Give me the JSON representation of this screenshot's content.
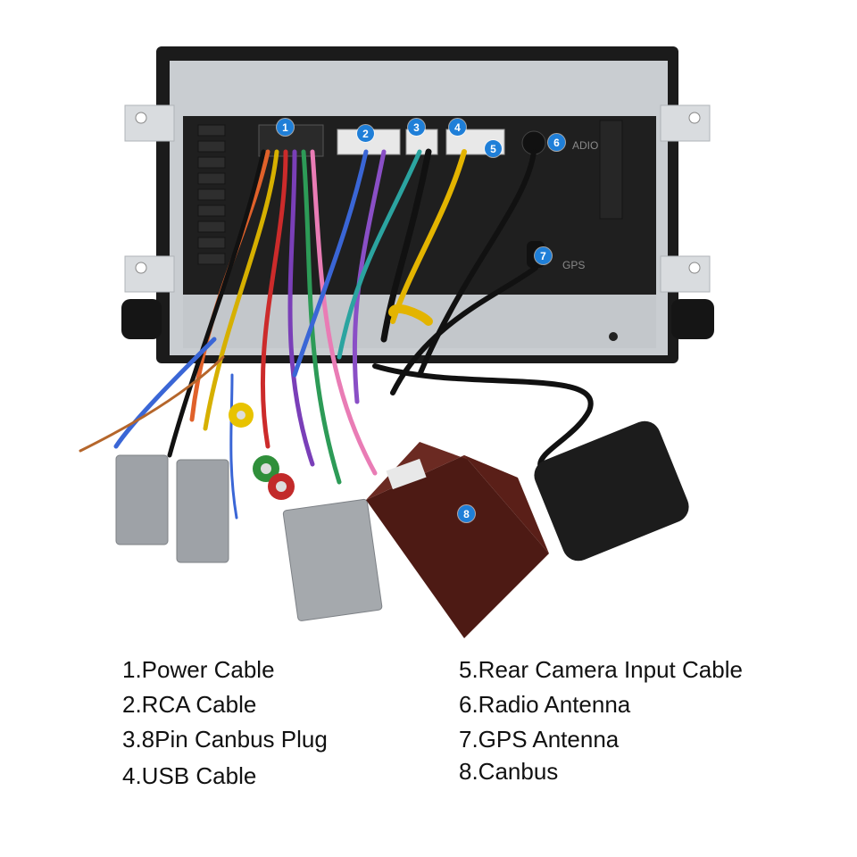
{
  "colors": {
    "badge": "#1f7fd8",
    "chassis": "#1b1b1b",
    "frame": "#c9cdd1",
    "canbus_box": "#5a1f18"
  },
  "port_labels": {
    "radio": "ADIO",
    "gps": "GPS"
  },
  "badges": [
    "1",
    "2",
    "3",
    "4",
    "5",
    "6",
    "7",
    "8"
  ],
  "legend": {
    "left": [
      "1.Power Cable",
      "2.RCA Cable",
      "3.8Pin Canbus Plug",
      "4.USB Cable"
    ],
    "right": [
      "5.Rear Camera Input Cable",
      "6.Radio Antenna",
      "7.GPS Antenna",
      "8.Canbus"
    ]
  }
}
